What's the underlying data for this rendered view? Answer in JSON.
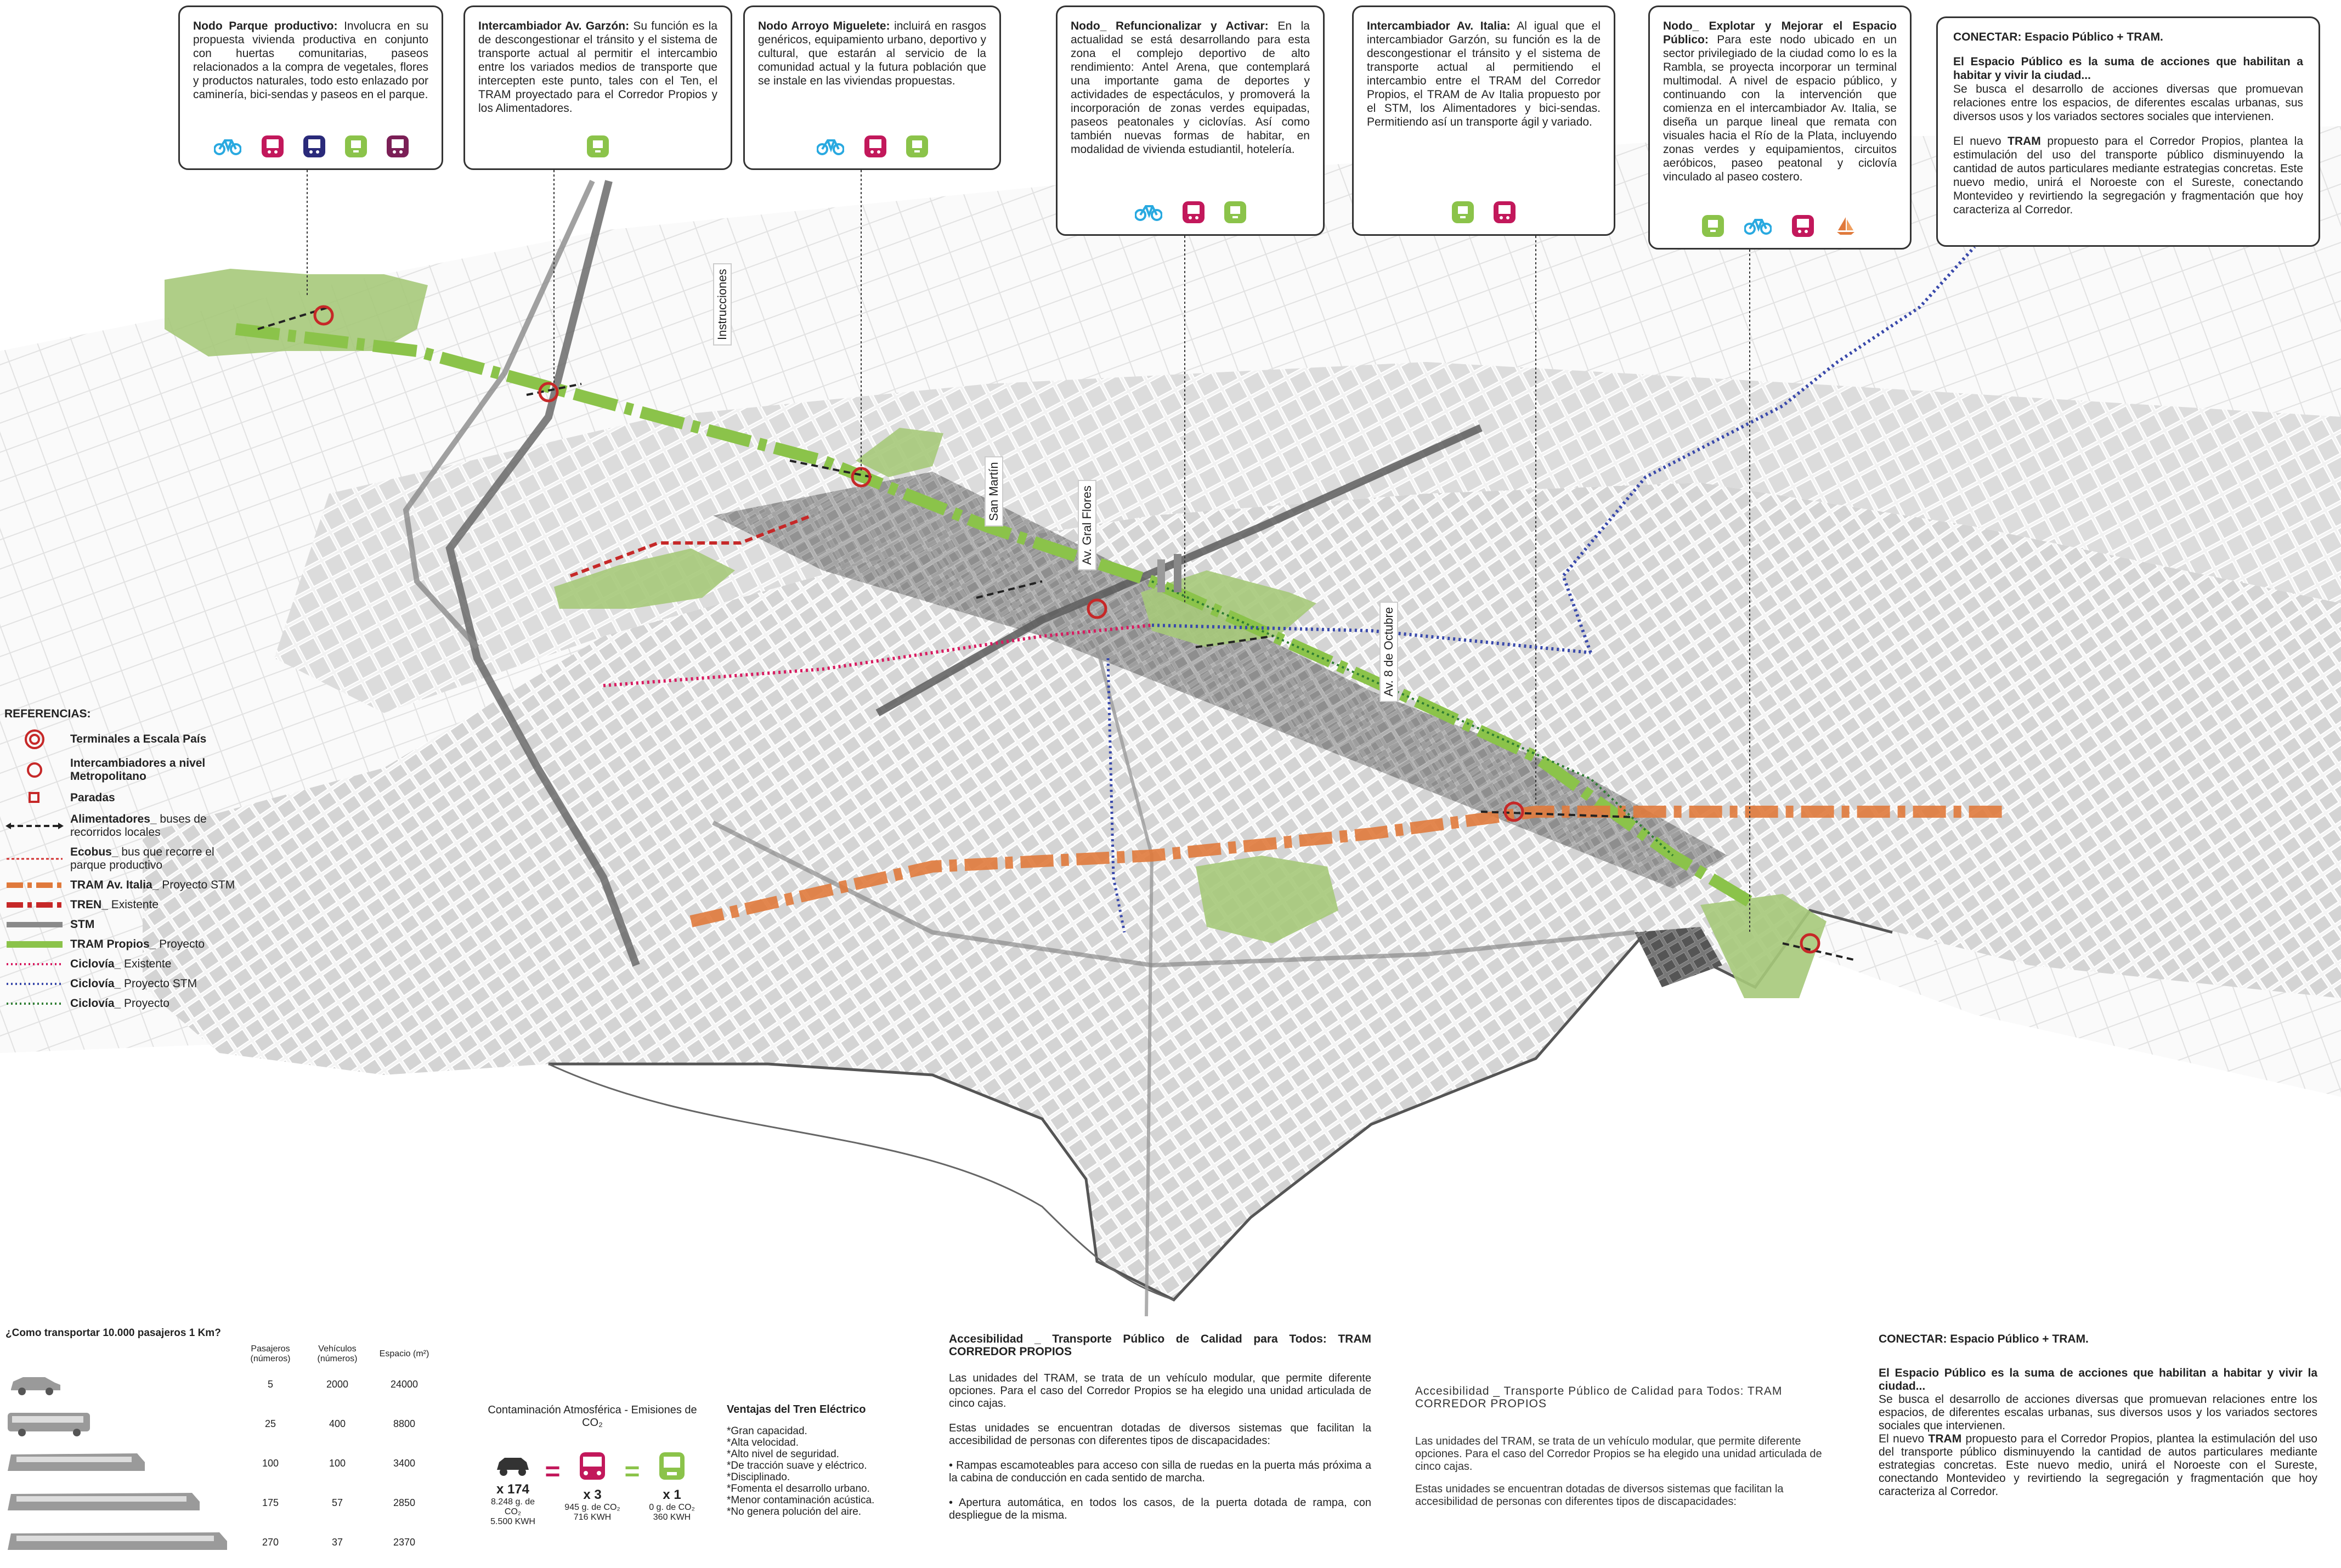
{
  "nodes": [
    {
      "title": "Nodo Parque productivo:",
      "text": "Involucra en su propuesta vivienda productiva en conjunto con huertas comunitarias, paseos relacionados a la compra de vegetales, flores y productos naturales, todo esto enlazado por caminería, bici-sendas y paseos en el parque.",
      "icons": [
        "bike-icon",
        "bus-icon",
        "bus-blue-icon",
        "tram-icon",
        "bus-icon"
      ]
    },
    {
      "title": "Intercambiador Av. Garzón:",
      "text": "Su función es la de descongestionar el tránsito y el sistema de transporte actual al permitir el intercambio entre los variados medios de transporte que intercepten este punto, tales con el Ten, el TRAM proyectado para el Corredor Propios y los Alimentadores.",
      "icons": [
        "tram-icon"
      ]
    },
    {
      "title": "Nodo Arroyo Miguelete:",
      "text": "incluirá en rasgos genéricos, equipamiento urbano, deportivo y cultural, que estarán al servicio de la comunidad actual y la futura población que se instale en las viviendas propuestas.",
      "icons": [
        "bike-icon",
        "bus-icon",
        "tram-icon"
      ]
    },
    {
      "title": "Nodo_ Refuncionalizar y Activar:",
      "text": "En la actualidad se está desarrollando para esta zona el complejo deportivo de alto rendimiento: Antel Arena, que contemplará una importante gama de deportes y actividades de espectáculos, y promoverá la incorporación de zonas verdes equipadas, paseos peatonales y ciclovías. Así como también nuevas formas de habitar, en modalidad de vivienda estudiantil, hotelería.",
      "icons": [
        "bike-icon",
        "bus-icon",
        "tram-icon"
      ]
    },
    {
      "title": "Intercambiador Av. Italia:",
      "text": "Al igual que el intercambiador Garzón, su función es la de descongestionar el tránsito y el sistema de transporte actual al permitiendo el intercambio entre el TRAM del Corredor Propios, el TRAM de Av Italia propuesto por el STM, los Alimentadores y bici-sendas. Permitiendo así un transporte ágil y variado.",
      "icons": [
        "tram-icon",
        "bus-icon"
      ]
    },
    {
      "title": "Nodo_ Explotar y Mejorar el Espacio Público:",
      "text": "Para este nodo ubicado en un sector privilegiado de la ciudad como lo es la Rambla, se proyecta incorporar un terminal multimodal. A nivel de espacio público, y continuando con la intervención que comienza en el intercambiador Av. Italia, se diseña un parque lineal que remata con visuales hacia el Río de la Plata, incluyendo zonas verdes y equipamientos, circuitos aeróbicos, paseo peatonal y ciclovía vinculado al paseo costero.",
      "icons": [
        "tram-icon",
        "bike-icon",
        "bus-icon",
        "boat-icon"
      ]
    }
  ],
  "conectar": {
    "title": "CONECTAR: Espacio Público + TRAM.",
    "lead": "El Espacio Público es la suma de acciones que habilitan a habitar y vivir la ciudad...",
    "p1": "Se busca el desarrollo de acciones diversas que promuevan relaciones entre los espacios, de diferentes escalas urbanas, sus diversos usos y los variados sectores sociales que intervienen.",
    "p2a": "El nuevo ",
    "p2b": "TRAM",
    "p2c": " propuesto para el Corredor Propios, plantea la estimulación del uso del transporte público disminuyendo la cantidad de autos particulares mediante estrategias concretas. Este nuevo medio, unirá el Noroeste con el Sureste, conectando Montevideo y revirtiendo la segregación y fragmentación que hoy caracteriza al Corredor."
  },
  "map_labels": {
    "instrucciones": "Instrucciones",
    "san_martin": "San Martín",
    "gral_flores": "Av. Gral Flores",
    "ocho_octubre": "Av. 8 de Octubre"
  },
  "referencias": {
    "title": "REFERENCIAS:",
    "items": [
      {
        "b": "Terminales a Escala País",
        "t": ""
      },
      {
        "b": "Intercambiadores a nivel Metropolitano",
        "t": ""
      },
      {
        "b": "Paradas",
        "t": ""
      },
      {
        "b": "Alimentadores_",
        "t": " buses de recorridos locales"
      },
      {
        "b": "Ecobus_",
        "t": " bus que recorre el parque productivo"
      },
      {
        "b": "TRAM Av. Italia_",
        "t": " Proyecto STM"
      },
      {
        "b": "TREN_",
        "t": " Existente"
      },
      {
        "b": "STM",
        "t": ""
      },
      {
        "b": "TRAM Propios_",
        "t": " Proyecto"
      },
      {
        "b": "Ciclovía_",
        "t": " Existente"
      },
      {
        "b": "Ciclovía_",
        "t": " Proyecto STM"
      },
      {
        "b": "Ciclovía_",
        "t": " Proyecto"
      }
    ]
  },
  "pasajeros": {
    "question": "¿Como transportar 10.000 pasajeros 1 Km?",
    "headers": [
      "Pasajeros (números)",
      "Vehículos (números)",
      "Espacio (m²)"
    ],
    "rows": [
      [
        "5",
        "2000",
        "24000"
      ],
      [
        "25",
        "400",
        "8800"
      ],
      [
        "100",
        "100",
        "3400"
      ],
      [
        "175",
        "57",
        "2850"
      ],
      [
        "270",
        "37",
        "2370"
      ]
    ]
  },
  "contaminacion": {
    "title": "Contaminación Atmosférica - Emisiones de CO₂",
    "car": {
      "mult": "x 174",
      "co2": "8.248 g. de CO₂",
      "kwh": "5.500 KWH"
    },
    "bus": {
      "mult": "x 3",
      "co2": "945 g. de CO₂",
      "kwh": "716 KWH"
    },
    "tram": {
      "mult": "x 1",
      "co2": "0 g. de CO₂",
      "kwh": "360 KWH"
    }
  },
  "ventajas": {
    "title": "Ventajas del Tren Eléctrico",
    "items": [
      "*Gran capacidad.",
      "*Alta velocidad.",
      "*Alto nivel de seguridad.",
      "*De tracción suave y eléctrico.",
      "*Disciplinado.",
      "*Fomenta el desarrollo urbano.",
      "*Menor contaminación acústica.",
      "*No genera polución del aire."
    ]
  },
  "accesibilidad1": {
    "title": "Accesibilidad _ Transporte Público de Calidad para Todos: TRAM CORREDOR PROPIOS",
    "p1": "Las unidades del TRAM, se trata de un vehículo modular, que permite diferente opciones. Para el caso del Corredor Propios se ha elegido una unidad articulada de cinco cajas.",
    "p2": "Estas unidades se encuentran dotadas de diversos sistemas que facilitan la accesibilidad de personas con diferentes tipos de discapacidades:",
    "p3": "• Rampas escamoteables para acceso con silla de ruedas en la puerta más próxima a la cabina de conducción en cada sentido de marcha.",
    "p4": "• Apertura automática, en todos los casos, de la puerta dotada de rampa, con despliegue de la misma."
  },
  "accesibilidad2": {
    "title": "Accesibilidad _ Transporte Público de Calidad para Todos: TRAM CORREDOR PROPIOS",
    "p1": "Las unidades del TRAM, se trata de un vehículo modular, que permite diferente opciones. Para el caso del Corredor Propios se ha elegido una unidad articulada de cinco cajas.",
    "p2": "Estas unidades se encuentran dotadas de diversos sistemas que facilitan la accesibilidad de personas con diferentes tipos de discapacidades:"
  },
  "conectar2": {
    "title": "CONECTAR: Espacio Público + TRAM.",
    "lead": "El Espacio Público es la suma de acciones que habilitan a habitar y vivir la ciudad...",
    "p1": "Se busca el desarrollo de acciones diversas que promuevan relaciones entre los espacios, de diferentes escalas urbanas, sus diversos usos y los variados sectores sociales que intervienen.",
    "p2a": "El nuevo ",
    "p2b": "TRAM",
    "p2c": " propuesto para el Corredor Propios, plantea la estimulación del uso del transporte público disminuyendo la cantidad de autos particulares mediante estrategias concretas. Este nuevo medio, unirá el Noroeste con el Sureste, conectando Montevideo y revirtiendo la segregación y fragmentación que hoy caracteriza al Corredor."
  },
  "colors": {
    "tram_green": "#8bc34a",
    "tram_italia_orange": "#e07a3c",
    "tren_red": "#c62828",
    "stm_gray": "#8a8a8a",
    "bus_magenta": "#c2185b",
    "ciclovia_pink": "#d81b60",
    "ciclovia_blue": "#3949ab",
    "ciclovia_green": "#2e7d32"
  }
}
